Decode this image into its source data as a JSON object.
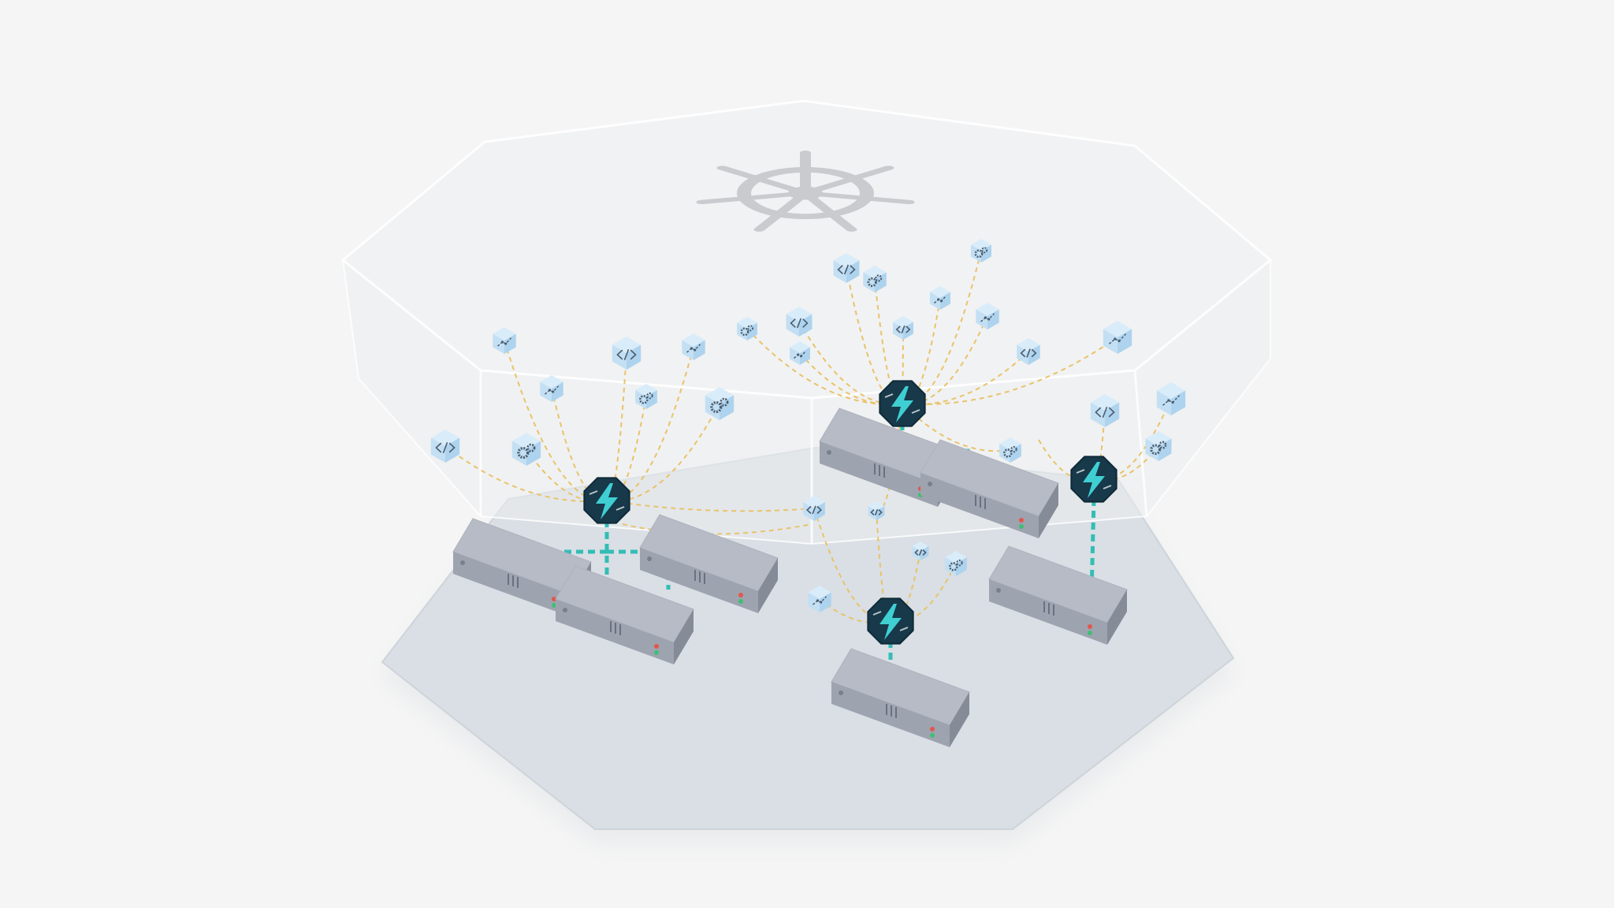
{
  "diagram": {
    "kind": "isometric-architecture-illustration",
    "colors": {
      "background": "#f5f5f5",
      "floor": "#d9dfe4",
      "floor_edge": "#cdd4da",
      "glass_top": "#f1f2f3",
      "glass_side": "#ebedef",
      "glass_edge": "#ffffff",
      "helm_logo": "#c9cbce",
      "server_top": "#b7bbc6",
      "server_left": "#9ea3b0",
      "server_right": "#868b98",
      "server_led_red": "#e2574c",
      "server_led_green": "#3fbf74",
      "hub_fill": "#17394a",
      "hub_bolt": "#3fcfd3",
      "cube_top": "#d9ecf9",
      "cube_left": "#c3dff3",
      "cube_right": "#aed3ee",
      "cube_glyph": "#4b5d6e",
      "dash_yellow": "#e9c36a",
      "dash_teal": "#33bdb5"
    },
    "containers": [
      {
        "name": "kubernetes-cluster",
        "icon": "helm-wheel-icon",
        "shape": "hexagonal-prism"
      }
    ],
    "nodes": [
      {
        "name": "server-1",
        "icon": "server-icon"
      },
      {
        "name": "server-2",
        "icon": "server-icon"
      },
      {
        "name": "server-3",
        "icon": "server-icon"
      },
      {
        "name": "server-4",
        "icon": "server-icon"
      },
      {
        "name": "server-5",
        "icon": "server-icon"
      },
      {
        "name": "server-6",
        "icon": "server-icon"
      },
      {
        "name": "server-7",
        "icon": "server-icon"
      }
    ],
    "hubs": [
      {
        "name": "hub-left",
        "icon": "lightning-bolt-icon"
      },
      {
        "name": "hub-top",
        "icon": "lightning-bolt-icon"
      },
      {
        "name": "hub-right",
        "icon": "lightning-bolt-icon"
      },
      {
        "name": "hub-bottom",
        "icon": "lightning-bolt-icon"
      }
    ],
    "function_types": [
      {
        "type": "code",
        "icon": "code-brackets-icon"
      },
      {
        "type": "gears",
        "icon": "gears-icon"
      },
      {
        "type": "trend",
        "icon": "trend-line-icon"
      }
    ],
    "function_counts": {
      "hub-left": 9,
      "hub-top": 13,
      "hub-right": 4,
      "hub-bottom": 5
    }
  }
}
